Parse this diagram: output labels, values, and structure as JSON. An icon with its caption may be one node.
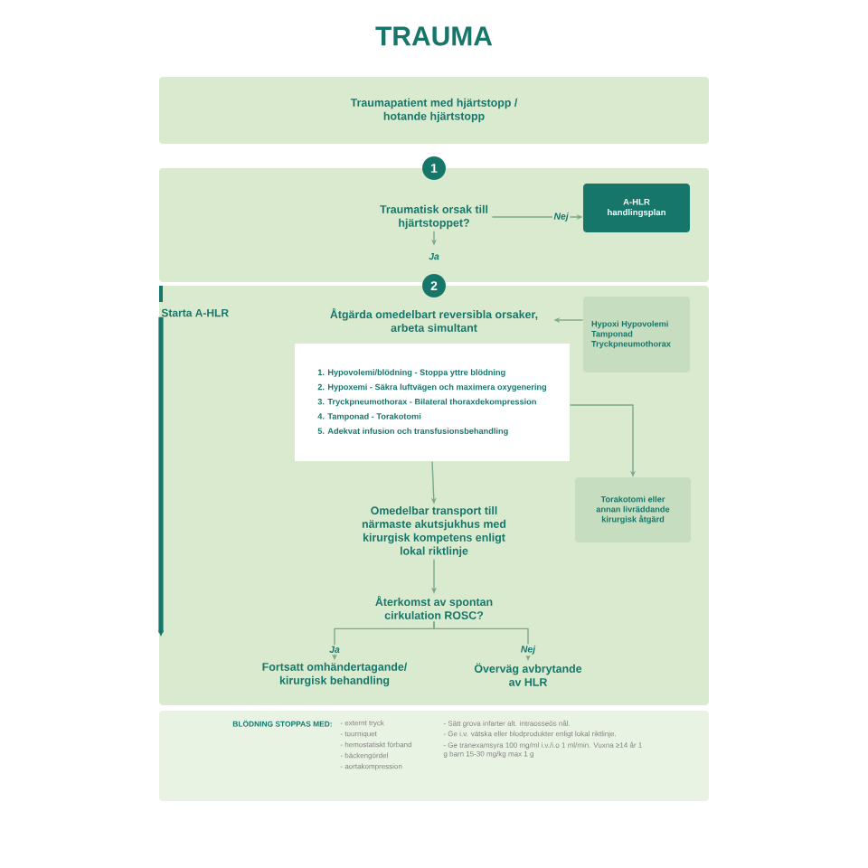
{
  "diagram": {
    "title": "TRAUMA",
    "nodes": [
      {
        "text": [
          "Traumapatient med hjärtstopp / hotande hjärtstopp"
        ]
      },
      {
        "text": [],
        "shape": "box"
      },
      {
        "text": [
          "1"
        ]
      },
      {
        "text": [
          "Traumatisk orsak till hjärtstoppet?"
        ],
        "in": 1
      },
      {
        "text": [
          "A-HLR handlingsplan"
        ],
        "in": 1
      },
      {
        "text": [],
        "shape": "box"
      },
      {
        "text": [
          "2"
        ]
      },
      {
        "text": [
          "Starta A-HLR"
        ],
        "in": 5
      },
      {
        "text": [
          "Åtgärda omedelbart reversibla orsaker, arbeta simultant"
        ],
        "in": 5
      },
      {
        "text": [
          "Hypoxi Hypovolemi Tamponad Tryckpneumothorax"
        ],
        "in": 5
      },
      {
        "text": [
          "1. Hypovolemi/blödning - Stoppa yttre blödning",
          "2. Hypoxemi - Säkra luftvägen och maximera oxygenering",
          "3. Tryckpneumothorax - Bilateral thoraxdekompression",
          "4. Tamponad - Torakotomi",
          "5. Adekvat infusion och transfusionsbehandling"
        ],
        "in": 5
      },
      {
        "text": [
          "Torakotomi eller annan livräddande kirurgisk åtgärd"
        ],
        "in": 5
      },
      {
        "text": [
          "Omedelbar transport till närmaste akutsjukhus med kirurgisk kompetens enligt lokal riktlinje"
        ],
        "in": 5
      },
      {
        "text": [
          "Återkomst av spontan cirkulation ROSC?"
        ],
        "in": 5
      },
      {
        "text": [
          "Fortsatt omhändertagande/ kirurgisk behandling"
        ],
        "in": 5
      },
      {
        "text": [
          "Överväg avbrytande av HLR"
        ],
        "in": 5
      },
      {
        "text": [
          "BLÖDNING STOPPAS MED:",
          "- externt tryck",
          "- tourniquet",
          "- hemostatiskt förband",
          "- bäckengördel",
          "- aortakompression",
          "- Sätt grova infarter alt. intraosseös nål.",
          "- Ge i.v. vätska eller blodprodukter enligt lokal riktlinje.",
          "- Ge tranexamsyra 100 mg/ml i.v./i.o 1 ml/min. Vuxna ≥14 år 1 g barn 15-30 mg/kg max 1 g"
        ]
      }
    ],
    "edges": [
      {
        "from": 3,
        "to": 4,
        "arrow": "to",
        "label": "Nej"
      },
      {
        "from": 3,
        "to": null,
        "arrow": "to",
        "label": "Ja"
      },
      {
        "from": 9,
        "to": 8,
        "arrow": "to"
      },
      {
        "from": 10,
        "to": 11,
        "arrow": "to"
      },
      {
        "from": 10,
        "to": 12,
        "arrow": "to"
      },
      {
        "from": 12,
        "to": 13,
        "arrow": "to"
      },
      {
        "from": 13,
        "to": 14,
        "arrow": "to",
        "label": "Ja"
      },
      {
        "from": 13,
        "to": 15,
        "arrow": "to",
        "label": "Nej"
      },
      {
        "from": 7,
        "to": null,
        "arrow": "to",
        "style": "thick",
        "color": "#17766a"
      }
    ]
  }
}
